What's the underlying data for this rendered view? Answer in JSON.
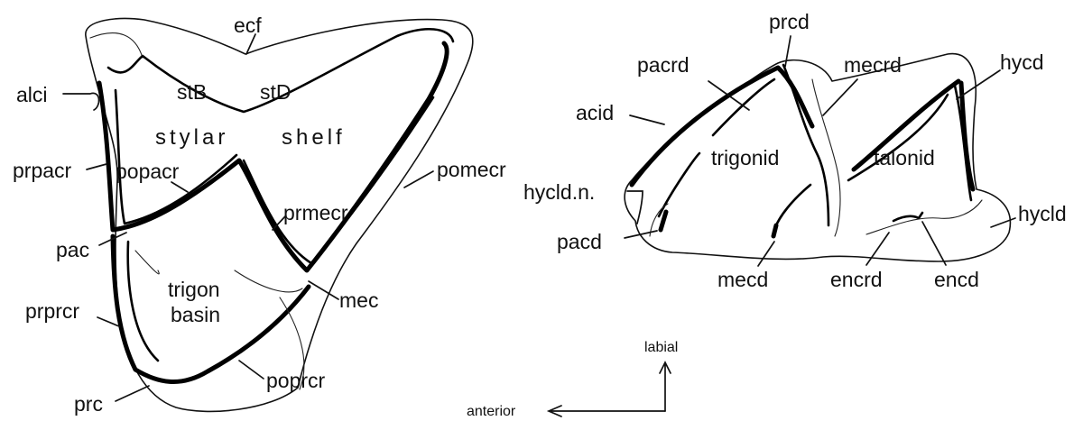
{
  "upper_molar": {
    "labels": {
      "ecf": "ecf",
      "alci": "alci",
      "stB": "stB",
      "stD": "stD",
      "stylar": "stylar",
      "shelf": "shelf",
      "prpacr": "prpacr",
      "popacr": "popacr",
      "pomecr": "pomecr",
      "prmecr": "prmecr",
      "pac": "pac",
      "trigon": "trigon",
      "basin": "basin",
      "mec": "mec",
      "prprcr": "prprcr",
      "prc": "prc",
      "poprcr": "poprcr"
    }
  },
  "lower_molar": {
    "labels": {
      "prcd": "prcd",
      "pacrd": "pacrd",
      "mecrd": "mecrd",
      "hycd": "hycd",
      "acid": "acid",
      "trigonid": "trigonid",
      "talonid": "talonid",
      "hycld_n": "hycld.n.",
      "hycld": "hycld",
      "pacd": "pacd",
      "mecd": "mecd",
      "encrd": "encrd",
      "encd": "encd"
    }
  },
  "orientation": {
    "labial": "labial",
    "anterior": "anterior"
  }
}
